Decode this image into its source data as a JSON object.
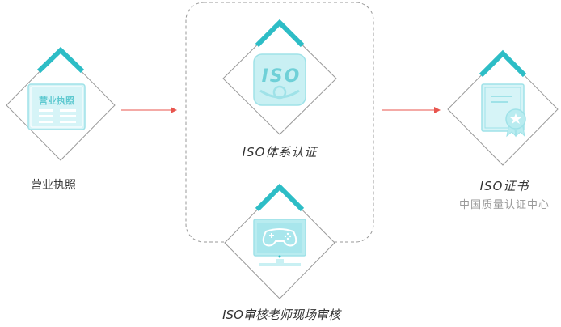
{
  "steps": [
    {
      "badge_text": "营业执照",
      "label": "营业执照"
    },
    {
      "badge_text": "ISO",
      "label": "ISO体系认证"
    },
    {
      "label": "ISO审核老师现场审核"
    },
    {
      "label": "ISO证书",
      "sublabel": "中国质量认证中心"
    }
  ],
  "colors": {
    "accent": "#2dbdc6",
    "icon_light": "#b9ecf0",
    "icon_fill": "#d6f4f7",
    "arrow": "#e8554e",
    "diamond_border": "#9a9a9a",
    "dashed_border": "#9a9a9a"
  },
  "icons": [
    "business-license-icon",
    "iso-logo-icon",
    "monitor-gamepad-icon",
    "certificate-icon"
  ]
}
